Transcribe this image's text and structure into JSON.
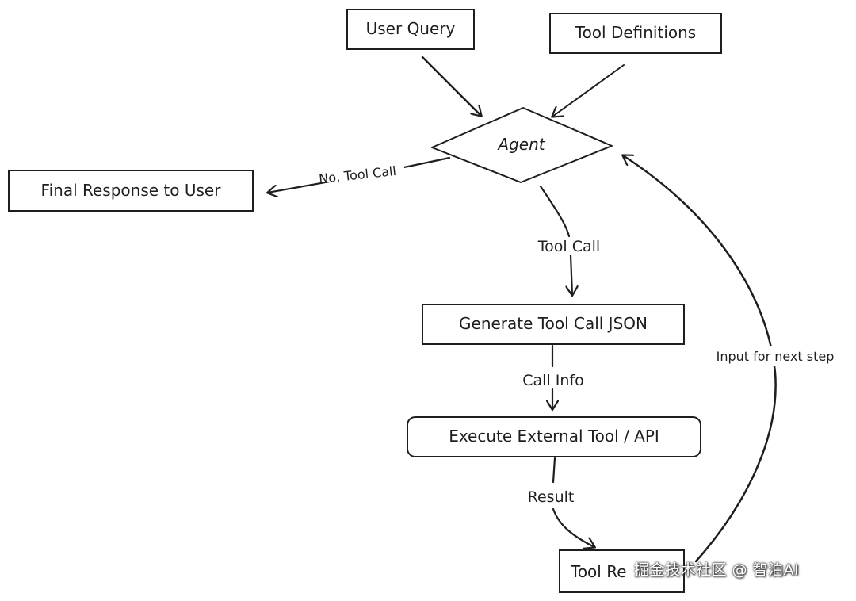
{
  "nodes": {
    "user_query": "User Query",
    "tool_definitions": "Tool Definitions",
    "agent": "Agent",
    "final_response": "Final Response to User",
    "generate_json": "Generate Tool Call JSON",
    "execute_tool": "Execute External Tool / API",
    "tool_result": "Tool Re"
  },
  "edges": {
    "no_tool_call": "No, Tool Call",
    "tool_call": "Tool Call",
    "call_info": "Call Info",
    "result": "Result",
    "input_next": "Input for next step"
  },
  "watermark": "掘金技术社区 @ 智泊AI"
}
